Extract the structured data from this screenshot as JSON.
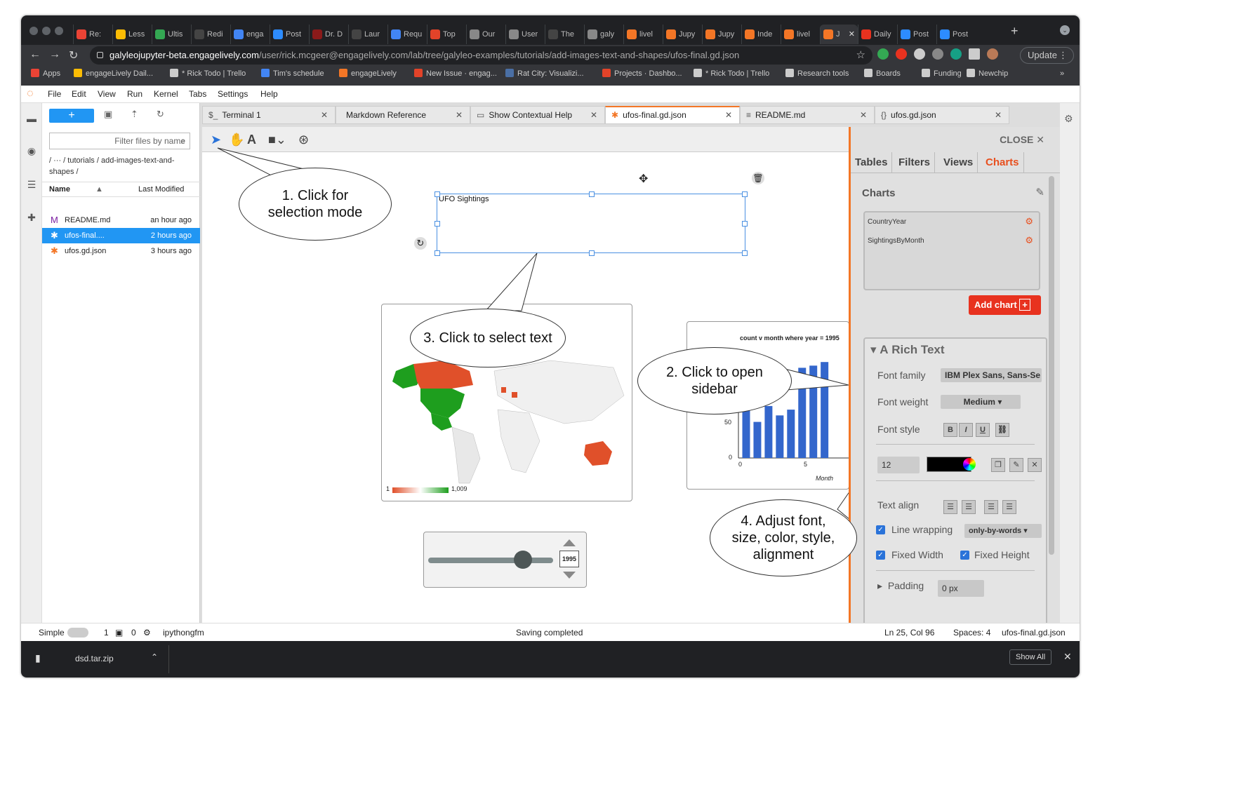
{
  "browser": {
    "tabs": [
      {
        "label": "Re:",
        "color": "#ea4335"
      },
      {
        "label": "Less",
        "color": "#fbbc04"
      },
      {
        "label": "Ultis",
        "color": "#34a853"
      },
      {
        "label": "Redi",
        "color": "#444"
      },
      {
        "label": "enga",
        "color": "#4285f4"
      },
      {
        "label": "Post",
        "color": "#2d8cff"
      },
      {
        "label": "Dr. D",
        "color": "#8b1a1a"
      },
      {
        "label": "Laur",
        "color": "#444"
      },
      {
        "label": "Requ",
        "color": "#4285f4"
      },
      {
        "label": "Top",
        "color": "#e24329"
      },
      {
        "label": "Our",
        "color": "#888"
      },
      {
        "label": "User",
        "color": "#888"
      },
      {
        "label": "The",
        "color": "#444"
      },
      {
        "label": "galy",
        "color": "#888"
      },
      {
        "label": "livel",
        "color": "#f37626"
      },
      {
        "label": "Jupy",
        "color": "#f37626"
      },
      {
        "label": "Jupy",
        "color": "#f37626"
      },
      {
        "label": "Inde",
        "color": "#f37626"
      },
      {
        "label": "livel",
        "color": "#f37626"
      },
      {
        "label": "J",
        "color": "#f37626",
        "active": true
      },
      {
        "label": "Daily",
        "color": "#e8321f"
      },
      {
        "label": "Post",
        "color": "#2d8cff"
      },
      {
        "label": "Post",
        "color": "#2d8cff"
      }
    ],
    "url_host": "galyleojupyter-beta.engagelively.com",
    "url_path": "/user/rick.mcgeer@engagelively.com/lab/tree/galyleo-examples/tutorials/add-images-text-and-shapes/ufos-final.gd.json",
    "update_label": "Update",
    "bookmarks": [
      {
        "label": "Apps",
        "color": "#ea4335"
      },
      {
        "label": "engageLively Dail...",
        "color": "#fbbc04"
      },
      {
        "label": "* Rick Todo | Trello",
        "color": "#ccc"
      },
      {
        "label": "Tim's schedule",
        "color": "#4285f4"
      },
      {
        "label": "engageLively",
        "color": "#f37626"
      },
      {
        "label": "New Issue · engag...",
        "color": "#e24329"
      },
      {
        "label": "Rat City: Visualizi...",
        "color": "#4a6fa5"
      },
      {
        "label": "Projects · Dashbo...",
        "color": "#e24329"
      },
      {
        "label": "* Rick Todo | Trello",
        "color": "#ccc"
      },
      {
        "label": "Research tools",
        "color": "#ccc"
      },
      {
        "label": "Boards",
        "color": "#ccc"
      },
      {
        "label": "Funding",
        "color": "#ccc"
      },
      {
        "label": "Newchip",
        "color": "#ccc"
      }
    ]
  },
  "menu": [
    "File",
    "Edit",
    "View",
    "Run",
    "Kernel",
    "Tabs",
    "Settings",
    "Help"
  ],
  "filebrowser": {
    "filter_placeholder": "Filter files by name",
    "crumb": "/ ··· / tutorials / add-images-text-and-shapes /",
    "col_name": "Name",
    "col_modified": "Last Modified",
    "files": [
      {
        "name": "README.md",
        "modified": "an hour ago",
        "icon": "M",
        "color": "#7b1fa2"
      },
      {
        "name": "ufos-final....",
        "modified": "2 hours ago",
        "icon": "✱",
        "color": "#fff",
        "selected": true
      },
      {
        "name": "ufos.gd.json",
        "modified": "3 hours ago",
        "icon": "✱",
        "color": "#f37626"
      }
    ]
  },
  "doctabs": [
    {
      "label": "Terminal 1",
      "icon": "$_"
    },
    {
      "label": "Markdown Reference",
      "icon": ""
    },
    {
      "label": "Show Contextual Help",
      "icon": "▭"
    },
    {
      "label": "ufos-final.gd.json",
      "icon": "✱",
      "active": true
    },
    {
      "label": "README.md",
      "icon": "≡"
    },
    {
      "label": "ufos.gd.json",
      "icon": "{}"
    }
  ],
  "canvas": {
    "text_box": "UFO Sightings",
    "chart_title": "count v month where year = 1995",
    "chart_xlabel": "Month",
    "chart_y_ticks": [
      "50",
      "0"
    ],
    "chart_x_ticks": [
      "0",
      "5"
    ],
    "legend_min": "1",
    "legend_max": "1,009",
    "slider_year": "1995",
    "callouts": {
      "c1": "1. Click for\nselection mode",
      "c2": "2. Click to open\nsidebar",
      "c3": "3. Click to select text",
      "c4": "4. Adjust font,\nsize, color, style,\nalignment"
    }
  },
  "sidebar": {
    "close_label": "CLOSE",
    "tabs": [
      "Tables",
      "Filters",
      "Views",
      "Charts"
    ],
    "active_tab": "Charts",
    "charts_title": "Charts",
    "charts": [
      "CountryYear",
      "SightingsByMonth"
    ],
    "add_chart": "Add chart",
    "rich_text_title": "Rich Text",
    "font_family_label": "Font family",
    "font_family_value": "IBM Plex Sans, Sans-Se",
    "font_weight_label": "Font weight",
    "font_weight_value": "Medium",
    "font_style_label": "Font style",
    "font_size_value": "12",
    "text_align_label": "Text align",
    "line_wrapping_label": "Line wrapping",
    "line_wrapping_value": "only-by-words",
    "fixed_width_label": "Fixed Width",
    "fixed_height_label": "Fixed Height",
    "padding_label": "Padding",
    "padding_value": "0 px"
  },
  "status": {
    "mode": "Simple",
    "terminals": "1",
    "kernels": "0",
    "kernel_name": "ipythongfm",
    "message": "Saving completed",
    "cursor": "Ln 25, Col 96",
    "spaces": "Spaces: 4",
    "file": "ufos-final.gd.json"
  },
  "download": {
    "file": "dsd.tar.zip",
    "show_all": "Show All"
  },
  "chart_data": {
    "type": "bar",
    "title": "count v month where year = 1995",
    "xlabel": "Month",
    "x": [
      1,
      2,
      3,
      4,
      5,
      6,
      7,
      8
    ],
    "values": [
      66,
      50,
      72,
      59,
      67,
      125,
      128,
      133
    ],
    "ylim": [
      0,
      140
    ],
    "color": "#3366cc"
  }
}
